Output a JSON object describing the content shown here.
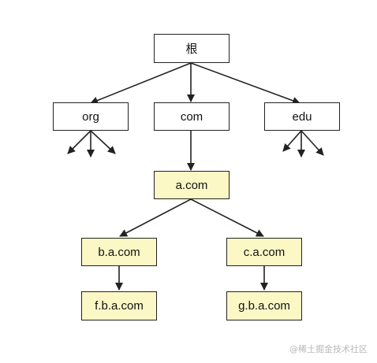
{
  "nodes": {
    "root": "根",
    "org": "org",
    "com": "com",
    "edu": "edu",
    "a_com": "a.com",
    "b_a_com": "b.a.com",
    "c_a_com": "c.a.com",
    "f_b_a_com": "f.b.a.com",
    "g_b_a_com": "g.b.a.com"
  },
  "colors": {
    "highlight_fill": "#fbf8c6",
    "border": "#222222",
    "arrow": "#222222"
  },
  "watermark": "@稀土掘金技术社区"
}
